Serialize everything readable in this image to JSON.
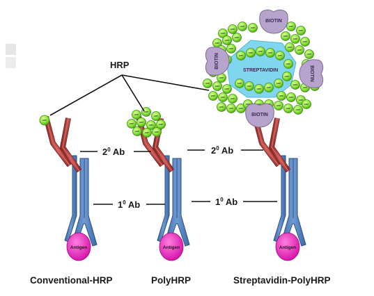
{
  "labels": {
    "hrp": "HRP",
    "secondary_ab_base": "2",
    "secondary_ab_sup": "0",
    "secondary_ab_tail": " Ab",
    "primary_ab_base": "1",
    "primary_ab_sup": "0",
    "primary_ab_tail": " Ab",
    "antigen": "Antigen",
    "biotin": "BIOTIN",
    "streptavidin": "STREPTAVIDIN",
    "hrp_bead": "HRP"
  },
  "captions": {
    "conventional": "Conventional-HRP",
    "polyhrp": "PolyHRP",
    "streptavidin_polyhrp": "Streptavidin-PolyHRP"
  },
  "colors": {
    "primary_ab": "#4a77b4",
    "secondary_ab": "#b0413e",
    "antigen": "#e619b8",
    "hrp": "#8ee63c",
    "streptavidin": "#7fd6ee",
    "biotin": "#b6a4cc"
  }
}
